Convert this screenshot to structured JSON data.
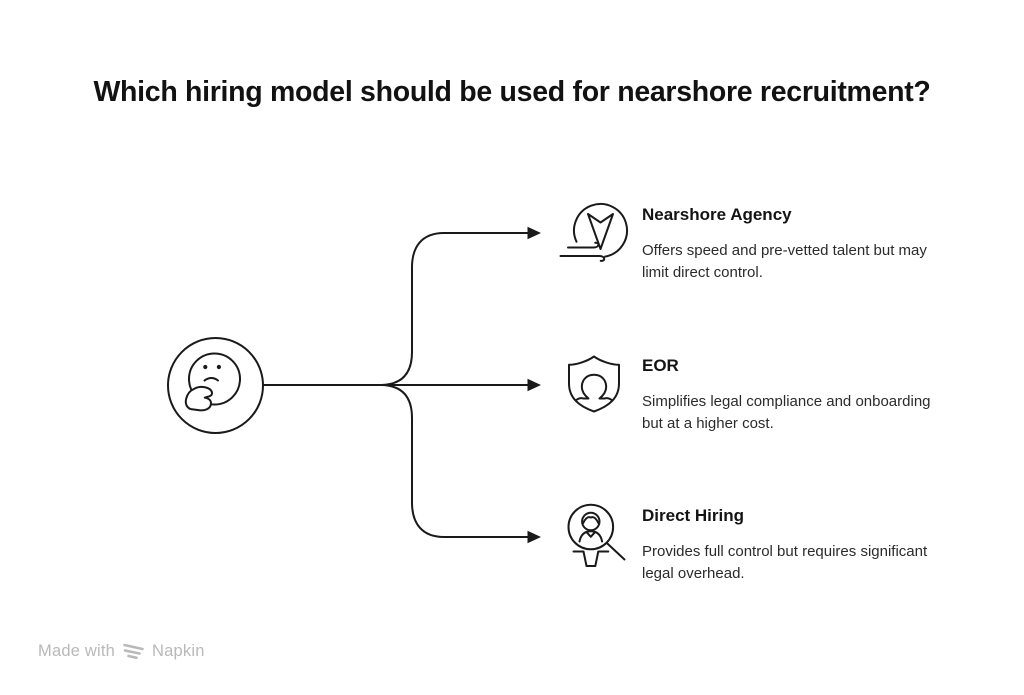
{
  "title": "Which hiring model should be used for nearshore recruitment?",
  "root_node": {
    "icon": "thinking-face-icon"
  },
  "branches": [
    {
      "heading": "Nearshore Agency",
      "icon": "speed-wind-icon",
      "desc_lines": [
        "Offers speed and pre-vetted talent but may",
        "limit direct control."
      ]
    },
    {
      "heading": "EOR",
      "icon": "shield-person-icon",
      "desc_lines": [
        "Simplifies legal compliance and onboarding",
        "but at a higher cost."
      ]
    },
    {
      "heading": "Direct Hiring",
      "icon": "candidate-search-icon",
      "desc_lines": [
        "Provides full control but requires significant",
        "legal overhead."
      ]
    }
  ],
  "footer": {
    "made_with": "Made with",
    "brand": "Napkin",
    "logo": "napkin-logo-icon"
  },
  "colors": {
    "ink": "#1a1a1a",
    "title_text": "#121212",
    "body_text": "#2b2b2b",
    "watermark": "#b9b9b9",
    "background": "#ffffff"
  }
}
